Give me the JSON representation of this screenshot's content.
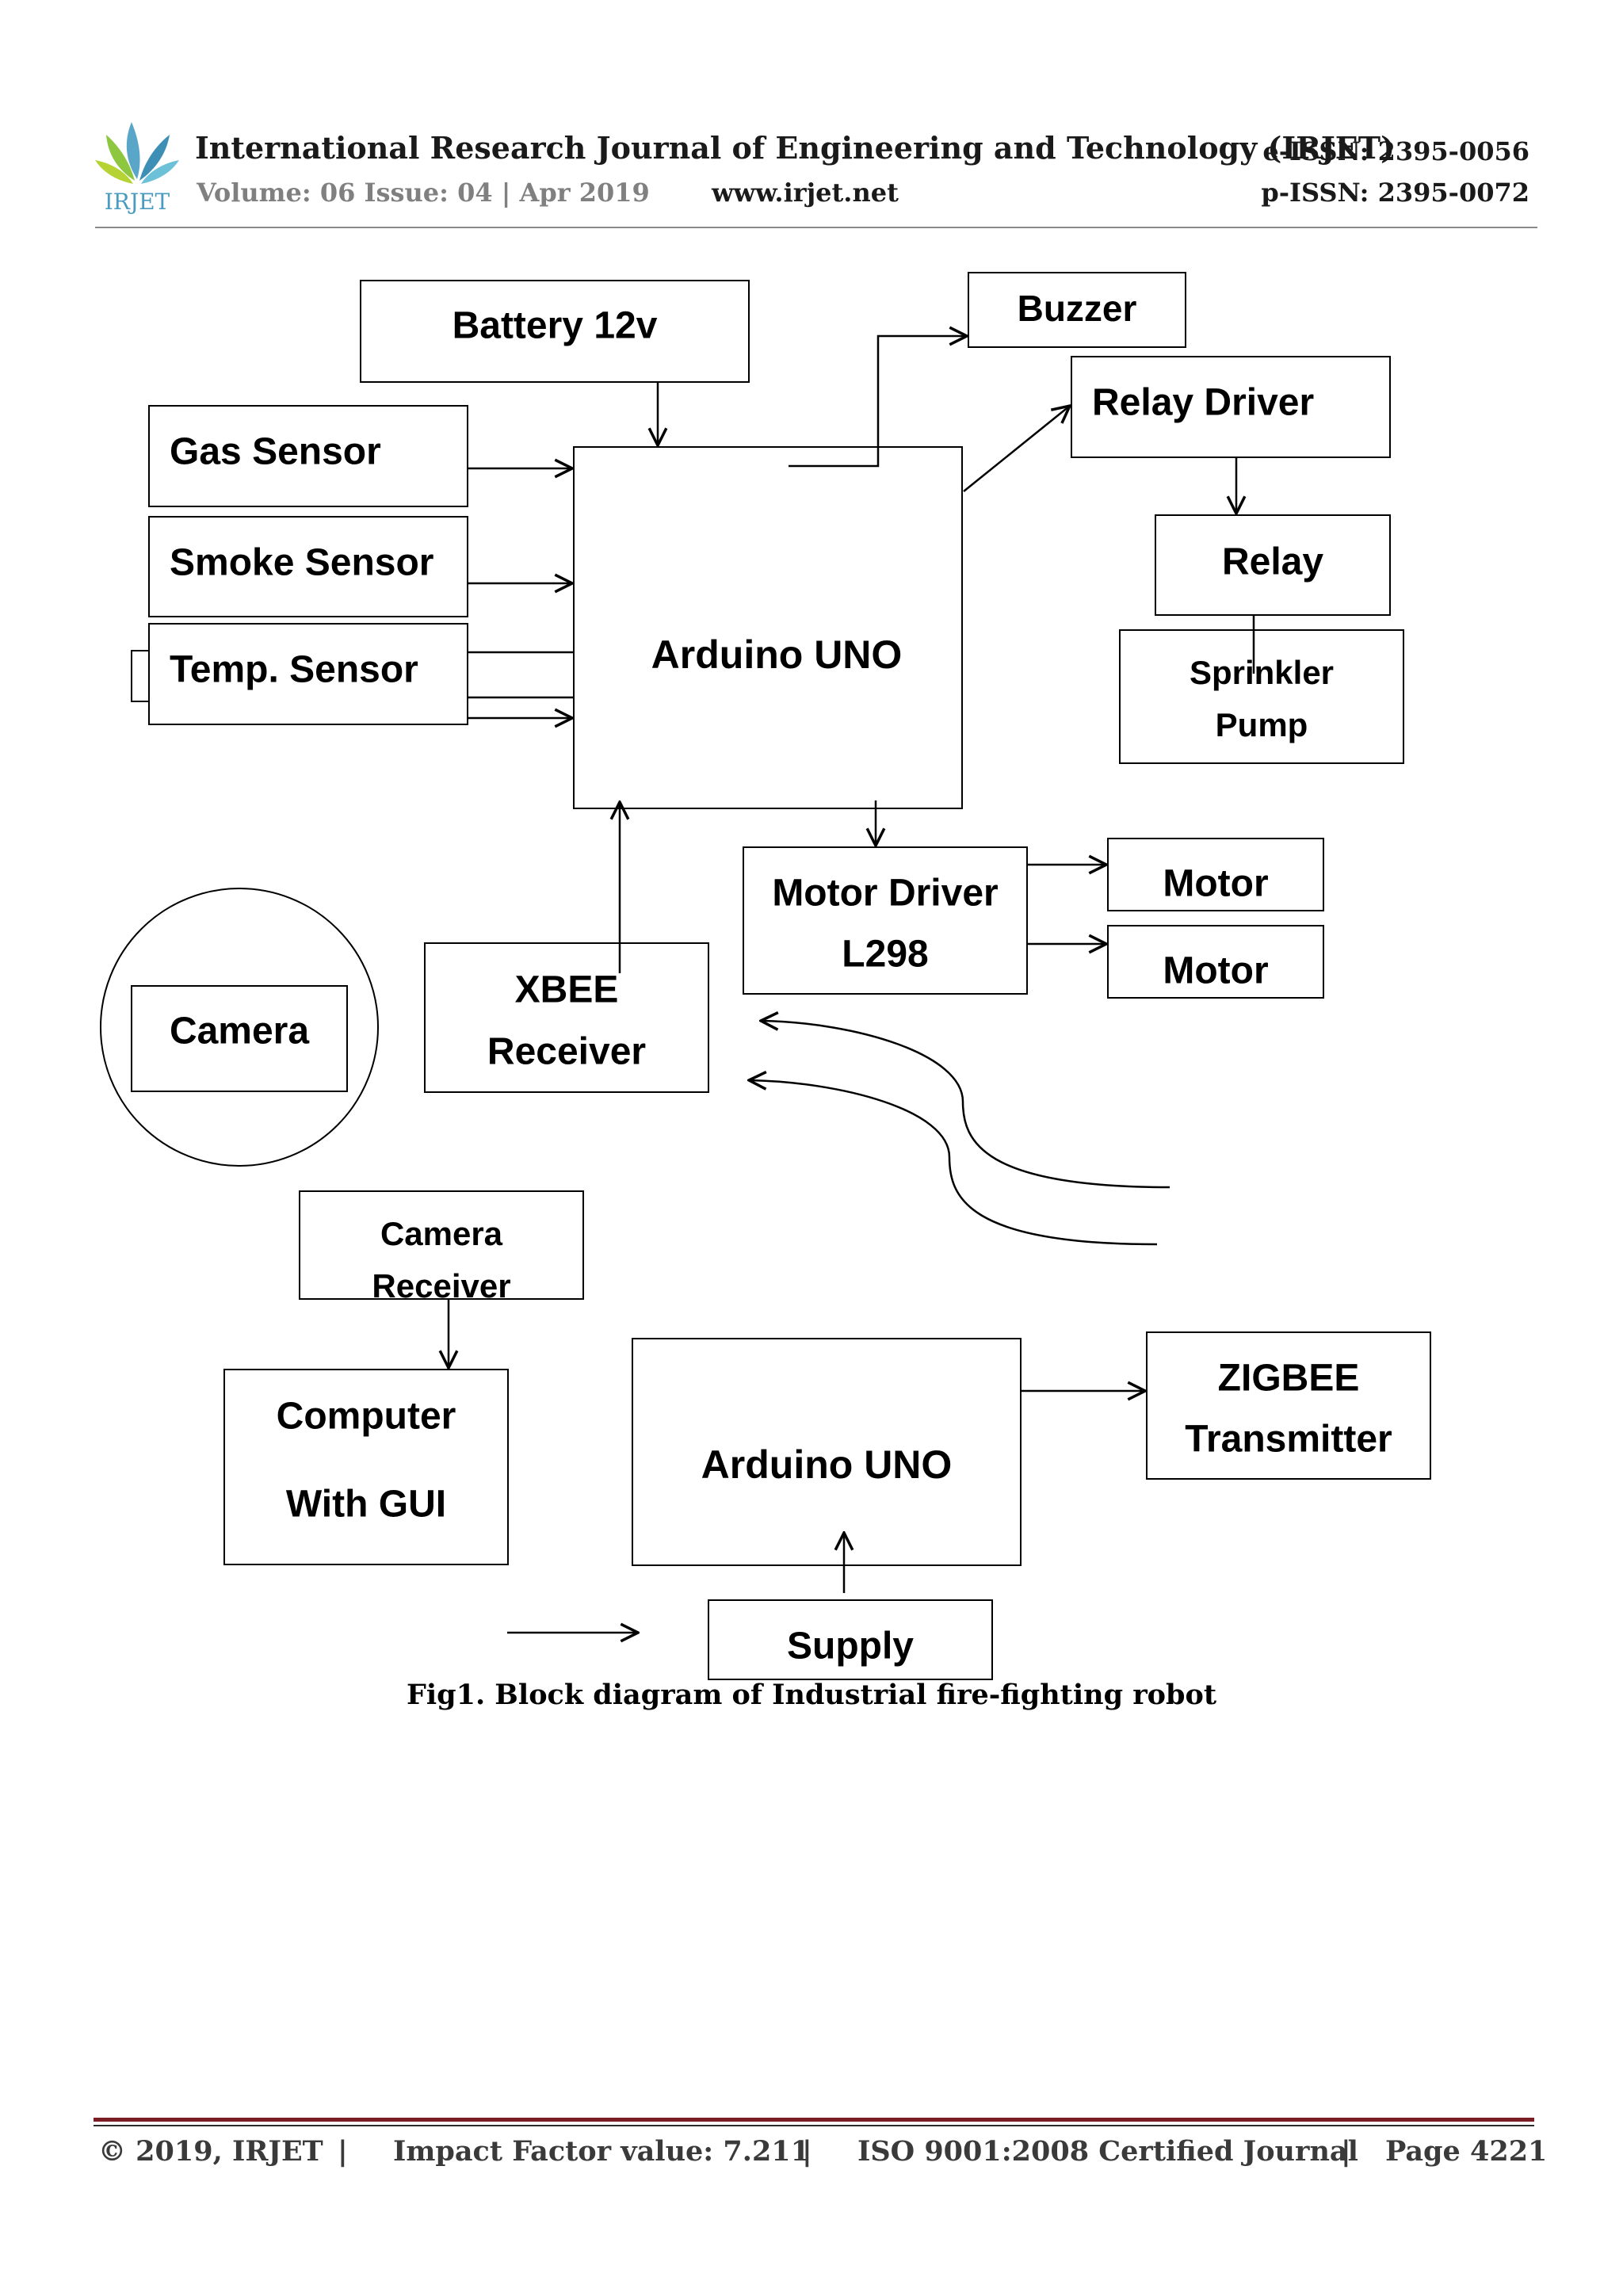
{
  "header": {
    "logo_text": "IRJET",
    "journal_title": "International Research Journal of Engineering and Technology (IRJET)",
    "eissn": "e-ISSN: 2395-0056",
    "volume": "Volume: 06 Issue: 04 | Apr 2019",
    "website": "www.irjet.net",
    "pissn": "p-ISSN: 2395-0072"
  },
  "diagram": {
    "battery": "Battery 12v",
    "buzzer": "Buzzer",
    "relay_driver": "Relay Driver",
    "gas_sensor": "Gas Sensor",
    "smoke_sensor": "Smoke Sensor",
    "temp_sensor": "Temp. Sensor",
    "arduino_top": "Arduino UNO",
    "relay": "Relay",
    "sprinkler_line1": "Sprinkler",
    "sprinkler_line2": "Pump",
    "motor_driver_line1": "Motor Driver",
    "motor_driver_line2": "L298",
    "motor_1": "Motor",
    "motor_2": "Motor",
    "camera": "Camera",
    "xbee_line1": "XBEE",
    "xbee_line2": "Receiver",
    "camera_receiver_line1": "Camera",
    "camera_receiver_line2": "Receiver",
    "computer_line1": "Computer",
    "computer_line2": "With GUI",
    "arduino_bottom": "Arduino UNO",
    "zigbee_line1": "ZIGBEE",
    "zigbee_line2": "Transmitter",
    "supply": "Supply"
  },
  "caption": "Fig1. Block diagram of Industrial fire-fighting robot",
  "footer": {
    "copyright": "© 2019, IRJET",
    "impact": "Impact Factor value: 7.211",
    "iso": "ISO 9001:2008 Certified Journal",
    "page": "Page 4221",
    "separator": "|"
  }
}
